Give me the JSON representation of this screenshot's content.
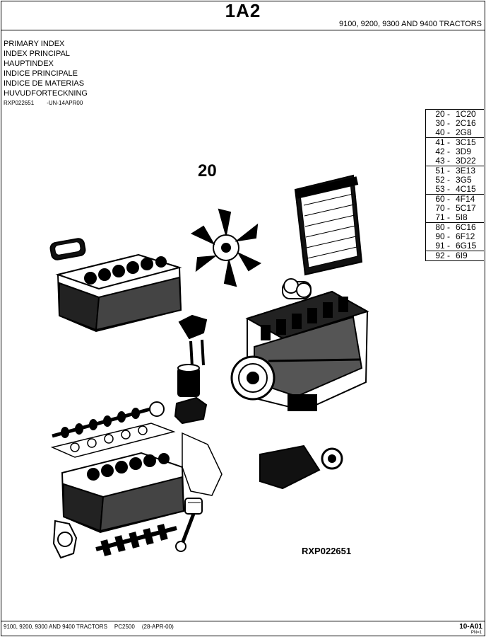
{
  "header": {
    "page_id": "1A2",
    "models": "9100, 9200, 9300 AND 9400 TRACTORS"
  },
  "titles": [
    "PRIMARY INDEX",
    "INDEX PRINCIPAL",
    "HAUPTINDEX",
    "INDICE PRINCIPALE",
    "INDICE DE MATERIAS",
    "HUVUDFORTECKNING"
  ],
  "reference": {
    "code": "RXP022651",
    "revision": "-UN-14APR00"
  },
  "index": [
    {
      "group": "20 -",
      "page": "1C20"
    },
    {
      "group": "30 -",
      "page": "2C16"
    },
    {
      "group": "40 -",
      "page": "2G8"
    },
    {
      "group": "41 -",
      "page": "3C15"
    },
    {
      "group": "42 -",
      "page": "3D9"
    },
    {
      "group": "43 -",
      "page": "3D22"
    },
    {
      "group": "51 -",
      "page": "3E13"
    },
    {
      "group": "52 -",
      "page": "3G5"
    },
    {
      "group": "53 -",
      "page": "4C15"
    },
    {
      "group": "60 -",
      "page": "4F14"
    },
    {
      "group": "70 -",
      "page": "5C17"
    },
    {
      "group": "71 -",
      "page": "5I8"
    },
    {
      "group": "80 -",
      "page": "6C16"
    },
    {
      "group": "90 -",
      "page": "6F12"
    },
    {
      "group": "91 -",
      "page": "6G15"
    },
    {
      "group": "92 -",
      "page": "6I9"
    }
  ],
  "illustration": {
    "group_number": "20",
    "label": "RXP022651"
  },
  "footer": {
    "models": "9100, 9200, 9300 AND 9400 TRACTORS",
    "catalog": "PC2500",
    "date": "(28-APR-00)",
    "section": "10-A01",
    "pn": "PN=1"
  }
}
